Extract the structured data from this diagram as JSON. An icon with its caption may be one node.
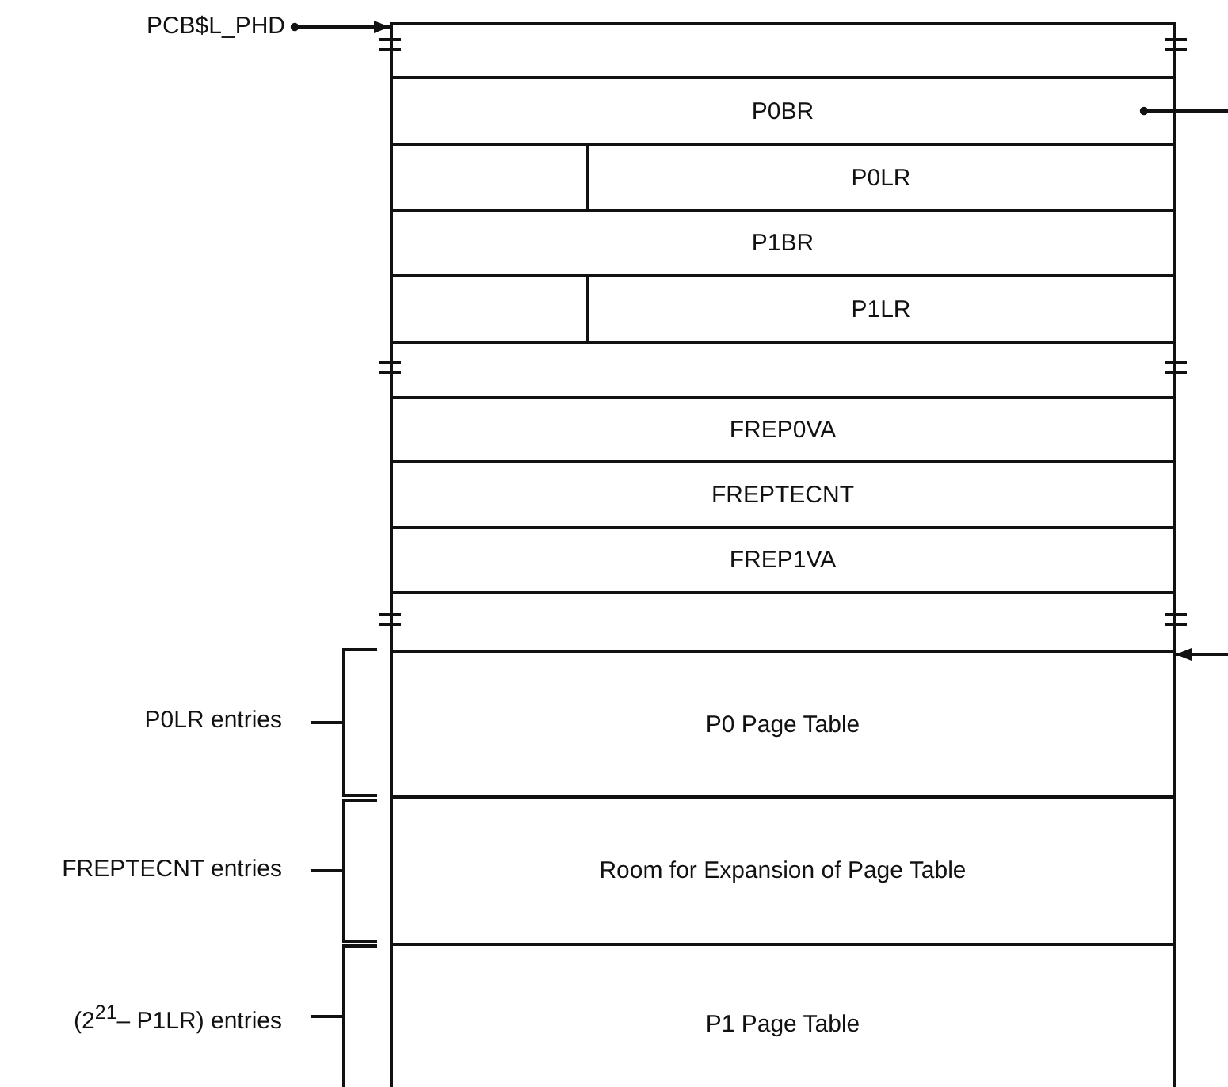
{
  "diagram": {
    "nodes": [
      {
        "text": [
          "PCB$L_PHD"
        ]
      },
      {
        "text": [],
        "shape": "box"
      },
      {
        "text": [
          "P0BR"
        ]
      },
      {
        "text": [],
        "shape": "box"
      },
      {
        "text": [
          "P0LR"
        ]
      },
      {
        "text": [
          "P1BR"
        ]
      },
      {
        "text": [],
        "shape": "box"
      },
      {
        "text": [
          "P1LR"
        ]
      },
      {
        "text": [],
        "shape": "box"
      },
      {
        "text": [
          "FREP0VA"
        ]
      },
      {
        "text": [
          "FREPTECNT"
        ]
      },
      {
        "text": [
          "FREP1VA"
        ]
      },
      {
        "text": [],
        "shape": "box"
      },
      {
        "text": [
          "P0 Page Table"
        ]
      },
      {
        "text": [
          "Room for Expansion of Page Table"
        ]
      },
      {
        "text": [
          "P1 Page Table"
        ]
      }
    ],
    "edges": [
      {
        "from": 0,
        "to": 1,
        "arrow": "to"
      },
      {
        "from": 2,
        "to": null,
        "arrow": "other"
      },
      {
        "from": null,
        "to": 13,
        "arrow": "to"
      }
    ],
    "labels": [
      "P0LR entries",
      "FREPTECNT entries",
      "(2$^{21}$– P1LR) entries"
    ]
  }
}
